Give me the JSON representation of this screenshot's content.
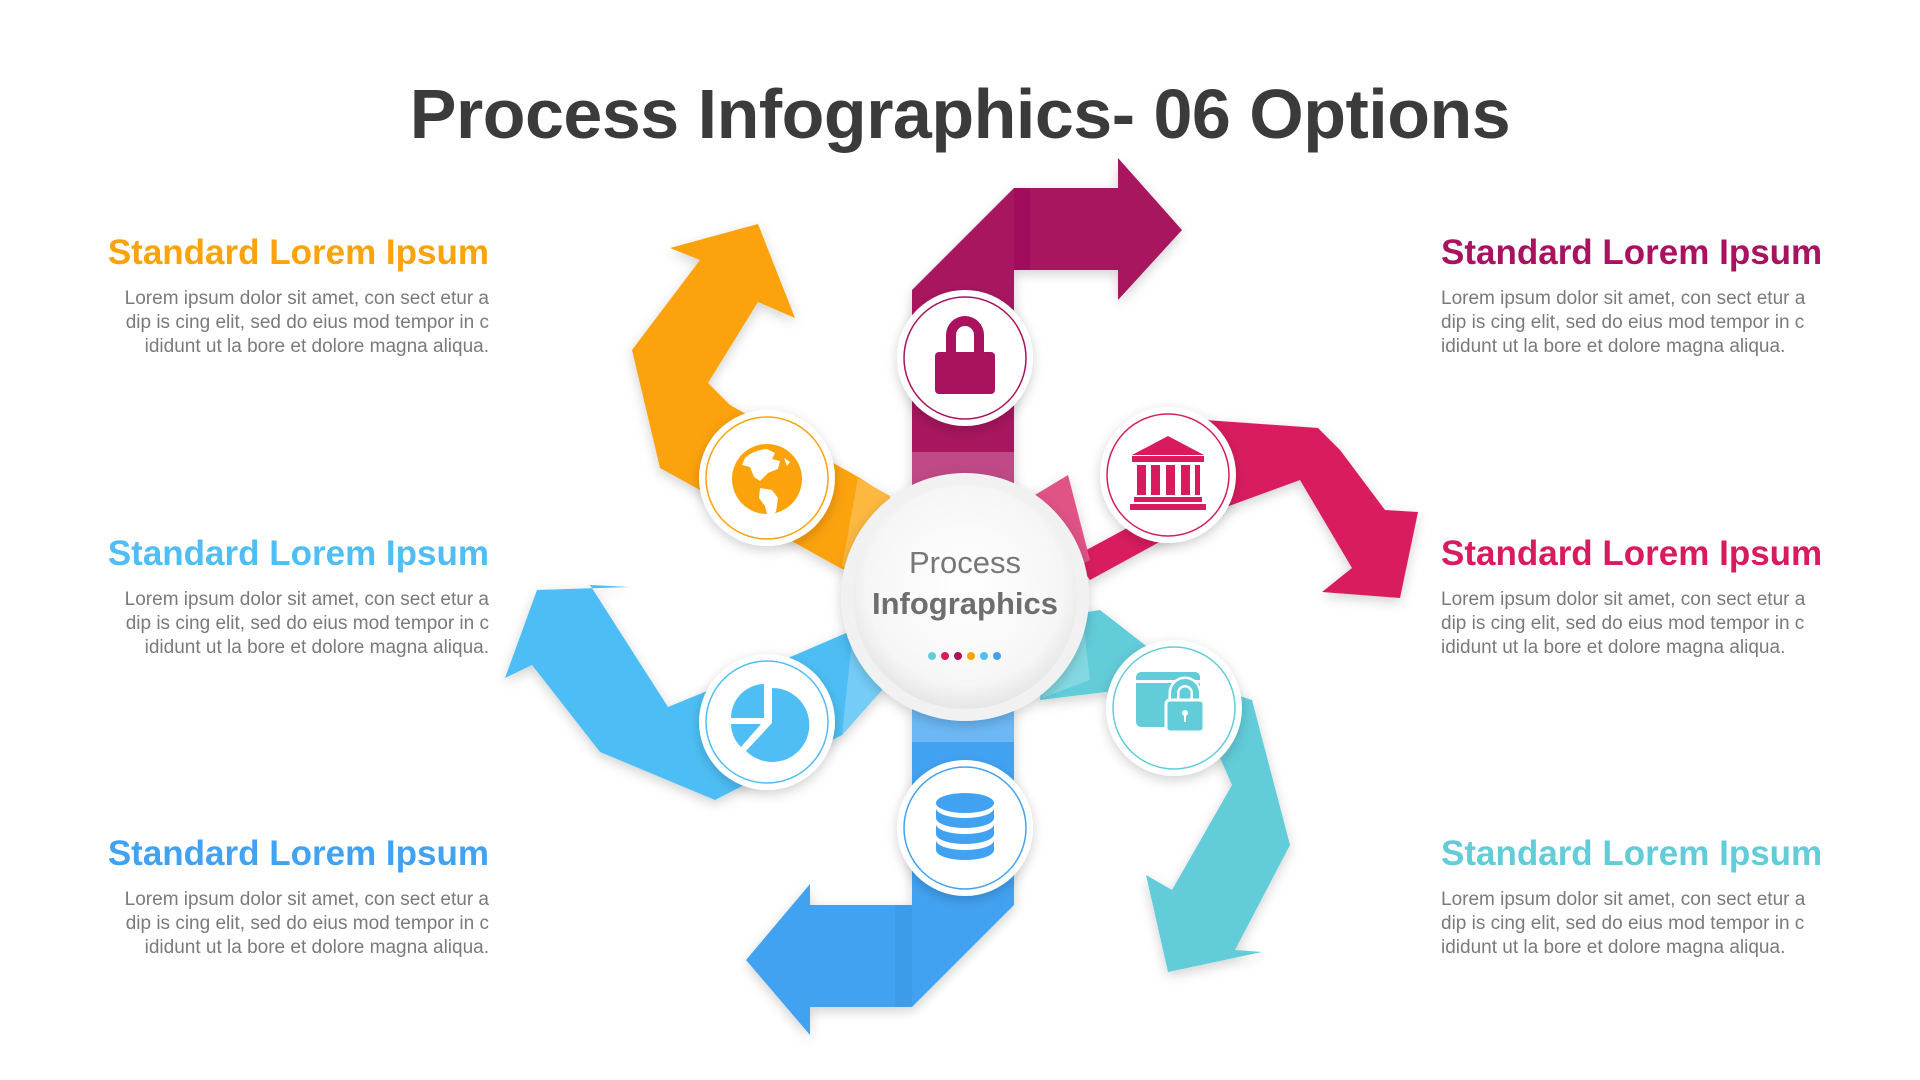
{
  "title": "Process Infographics- 06 Options",
  "center": {
    "line1": "Process",
    "line2": "Infographics",
    "dots": [
      "#62CCD9",
      "#D81B5E",
      "#A8125F",
      "#FCA20A",
      "#4EBEF5",
      "#42A2F2"
    ]
  },
  "options": [
    {
      "position": "left-top",
      "heading": "Standard Lorem Ipsum",
      "color": "#FCA20A",
      "icon": "globe-icon",
      "text_lines": [
        "Lorem ipsum dolor sit  amet, con sect etur a",
        "dip  is cing elit,  sed do eius mod tempor in c",
        "ididunt ut la bore et dolore magna aliqua."
      ]
    },
    {
      "position": "left-middle",
      "heading": "Standard Lorem Ipsum",
      "color": "#4EBEF5",
      "icon": "pie-chart-icon",
      "text_lines": [
        "Lorem ipsum dolor sit  amet, con sect etur a",
        "dip  is cing elit,  sed do eius mod tempor in c",
        "ididunt ut la bore et dolore magna aliqua."
      ]
    },
    {
      "position": "left-bottom",
      "heading": "Standard Lorem Ipsum",
      "color": "#42A2F2",
      "icon": "database-icon",
      "text_lines": [
        "Lorem ipsum dolor sit  amet, con sect etur a",
        "dip  is cing elit,  sed do eius mod tempor in c",
        "ididunt ut la bore et dolore magna aliqua."
      ]
    },
    {
      "position": "right-top",
      "heading": "Standard Lorem Ipsum",
      "color": "#A8125F",
      "icon": "lock-icon",
      "text_lines": [
        "Lorem ipsum dolor sit  amet, con sect etur a",
        "dip  is cing elit,  sed do eius mod tempor in c",
        "ididunt ut la bore et dolore magna aliqua."
      ]
    },
    {
      "position": "right-middle",
      "heading": "Standard Lorem Ipsum",
      "color": "#D81B5E",
      "icon": "bank-icon",
      "text_lines": [
        "Lorem ipsum dolor sit  amet, con sect etur a",
        "dip  is cing elit,  sed do eius mod tempor in c",
        "ididunt ut la bore et dolore magna aliqua."
      ]
    },
    {
      "position": "right-bottom",
      "heading": "Standard Lorem Ipsum",
      "color": "#62CCD9",
      "icon": "box-lock-icon",
      "text_lines": [
        "Lorem ipsum dolor sit  amet, con sect etur a",
        "dip  is cing elit,  sed do eius mod tempor in c",
        "ididunt ut la bore et dolore magna aliqua."
      ]
    }
  ]
}
